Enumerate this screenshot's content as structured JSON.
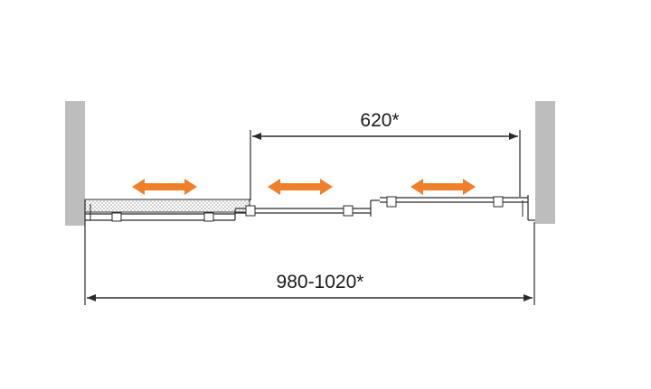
{
  "dimensions": {
    "opening_width_label": "980-1020*",
    "passage_width_label": "620*"
  },
  "colors": {
    "wall": "#bdbdbd",
    "line": "#2b2b2b",
    "arrow": "#f07f2a",
    "glass_pattern": "#9a9a9a"
  },
  "icons": {
    "slide_arrow": "double-headed-horizontal-arrow"
  }
}
